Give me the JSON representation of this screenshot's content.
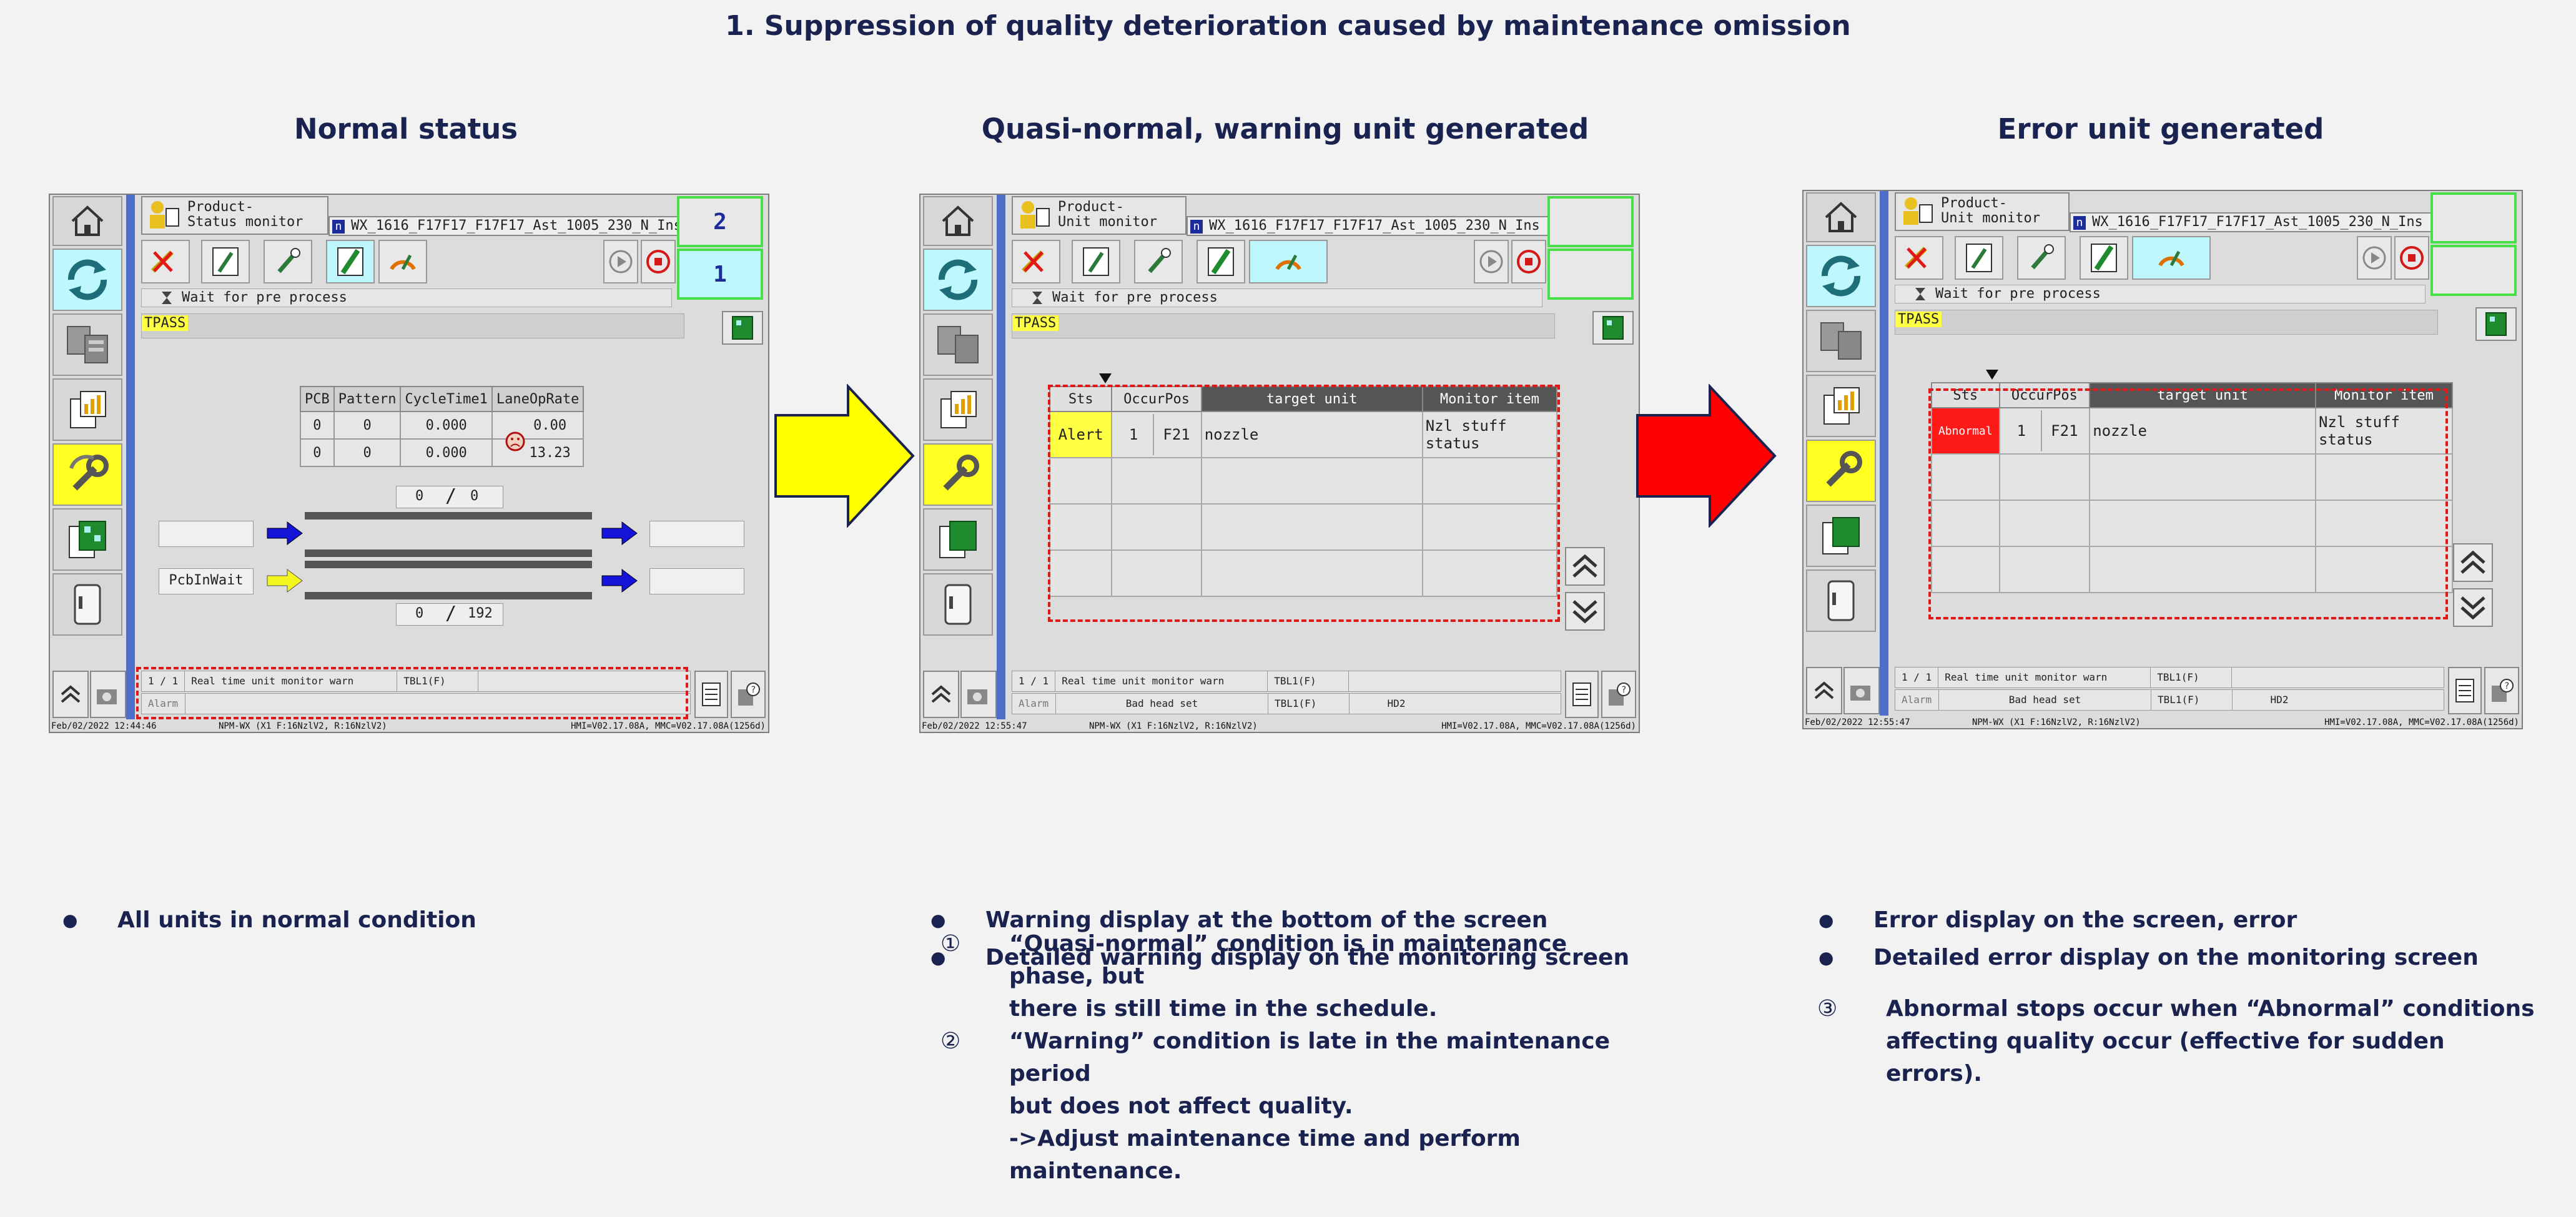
{
  "title": "1. Suppression of quality deterioration caused by maintenance omission",
  "panels": [
    {
      "heading": "Normal status",
      "screen": {
        "tab_line1": "Product-",
        "tab_line2": "Status monitor",
        "file": "WX_1616_F17F17_F17F17_Ast_1005_230_N_Ins",
        "tbl_top": "2",
        "tbl_bottom": "1",
        "status_text": "Wait for pre process",
        "tpass": "TPASS",
        "table_headers": [
          "PCB",
          "Pattern",
          "CycleTime1",
          "LaneOpRate"
        ],
        "table_rows": [
          [
            "0",
            "0",
            "0.000",
            "0.00"
          ],
          [
            "0",
            "0",
            "0.000",
            "13.23"
          ]
        ],
        "counter_top": [
          "0",
          "0"
        ],
        "counter_bottom": [
          "0",
          "192"
        ],
        "pcb_label": "PcbInWait",
        "page": "1",
        "page_total": "1",
        "warn_text": "Real time unit monitor warn",
        "warn_tbl": "TBL1(F)",
        "alarm_label": "Alarm",
        "footer_left": "Feb/02/2022 12:44:46",
        "footer_mid": "NPM-WX (X1 F:16NzlV2, R:16NzlV2)",
        "footer_right": "HMI=V02.17.08A, MMC=V02.17.08A(1256d)"
      },
      "bullets": [
        "All units in normal condition"
      ]
    },
    {
      "heading": "Quasi-normal, warning unit generated",
      "screen": {
        "tab_line1": "Product-",
        "tab_line2": "Unit monitor",
        "file": "WX_1616_F17F17_F17F17_Ast_1005_230_N_Ins",
        "status_text": "Wait for pre process",
        "tpass": "TPASS",
        "mon_headers": [
          "Sts",
          "OccurPos",
          "target unit",
          "Monitor item"
        ],
        "mon_row": [
          "Alert",
          "1",
          "F21",
          "nozzle",
          "Nzl stuff status"
        ],
        "page": "1",
        "page_total": "1",
        "warn_text": "Real time unit monitor warn",
        "warn_tbl": "TBL1(F)",
        "alarm_label": "Alarm",
        "alarm_text": "Bad head set",
        "alarm_tbl": "TBL1(F)",
        "alarm_head": "HD2",
        "footer_left": "Feb/02/2022 12:55:47",
        "footer_mid": "NPM-WX (X1 F:16NzlV2, R:16NzlV2)",
        "footer_right": "HMI=V02.17.08A, MMC=V02.17.08A(1256d)"
      },
      "bullets": [
        "Warning display at the bottom of the screen",
        "Detailed warning display on the monitoring screen"
      ],
      "notes": [
        {
          "mark": "①",
          "lines": [
            "“Quasi-normal” condition is in maintenance phase, but",
            "there is still time in the schedule."
          ]
        },
        {
          "mark": "②",
          "lines": [
            "“Warning” condition is late in the maintenance period",
            "but does not affect quality.",
            "->Adjust maintenance time and perform maintenance."
          ]
        }
      ]
    },
    {
      "heading": "Error unit generated",
      "screen": {
        "tab_line1": "Product-",
        "tab_line2": "Unit monitor",
        "file": "WX_1616_F17F17_F17F17_Ast_1005_230_N_Ins",
        "status_text": "Wait for pre process",
        "tpass": "TPASS",
        "mon_headers": [
          "Sts",
          "OccurPos",
          "target unit",
          "Monitor item"
        ],
        "mon_row": [
          "Abnormal",
          "1",
          "F21",
          "nozzle",
          "Nzl stuff status"
        ],
        "page": "1",
        "page_total": "1",
        "warn_text": "Real time unit monitor warn",
        "warn_tbl": "TBL1(F)",
        "alarm_label": "Alarm",
        "alarm_text": "Bad head set",
        "alarm_tbl": "TBL1(F)",
        "alarm_head": "HD2",
        "footer_left": "Feb/02/2022 12:55:47",
        "footer_mid": "NPM-WX (X1 F:16NzlV2, R:16NzlV2)",
        "footer_right": "HMI=V02.17.08A, MMC=V02.17.08A(1256d)"
      },
      "bullets": [
        "Error display on the screen, error",
        "Detailed error display on the monitoring screen"
      ],
      "notes": [
        {
          "mark": "③",
          "lines": [
            "Abnormal stops occur when “Abnormal” conditions",
            "affecting quality occur (effective for sudden errors)."
          ]
        }
      ]
    }
  ],
  "colors": {
    "navy": "#1a2350",
    "warning_arrow": "#ffff00",
    "error_arrow": "#ff0000",
    "alert_badge": "#ffff44",
    "abnormal_badge": "#ff1a1a",
    "highlight_box": "#e01818",
    "tbl_border": "#48e048"
  },
  "icons": [
    "home-icon",
    "cycle-icon",
    "machine-icon",
    "chart-icon",
    "tools-icon",
    "board-icon",
    "device-icon",
    "scroll-up-icon",
    "scroll-down-icon",
    "hourglass-icon",
    "play-icon",
    "stop-icon"
  ]
}
